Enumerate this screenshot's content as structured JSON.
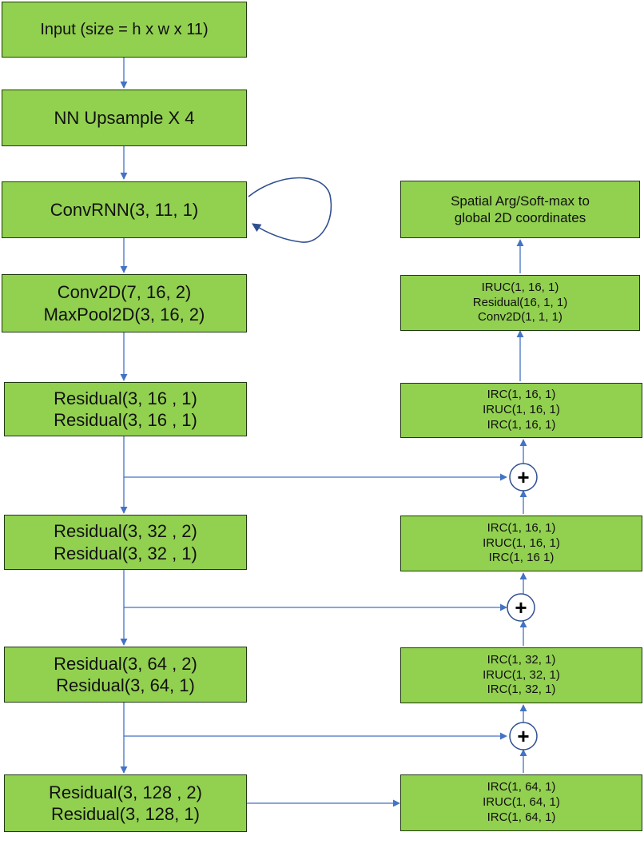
{
  "left_column": [
    {
      "id": "input",
      "lines": [
        "Input (size = h x w x 11)"
      ]
    },
    {
      "id": "upsample",
      "lines": [
        "NN Upsample X 4"
      ]
    },
    {
      "id": "convrnn",
      "lines": [
        "ConvRNN(3, 11, 1)"
      ]
    },
    {
      "id": "conv2d",
      "lines": [
        "Conv2D(7, 16, 2)",
        "MaxPool2D(3, 16, 2)"
      ]
    },
    {
      "id": "res16",
      "lines": [
        "Residual(3, 16 , 1)",
        "Residual(3, 16 , 1)"
      ]
    },
    {
      "id": "res32",
      "lines": [
        "Residual(3, 32 , 2)",
        "Residual(3, 32 , 1)"
      ]
    },
    {
      "id": "res64",
      "lines": [
        "Residual(3, 64 , 2)",
        "Residual(3, 64, 1)"
      ]
    },
    {
      "id": "res128",
      "lines": [
        "Residual(3, 128 , 2)",
        "Residual(3, 128, 1)"
      ]
    }
  ],
  "right_column": [
    {
      "id": "spatial",
      "lines": [
        "Spatial Arg/Soft-max to",
        "global 2D coordinates"
      ]
    },
    {
      "id": "final",
      "lines": [
        "IRUC(1, 16, 1)",
        "Residual(16, 1, 1)",
        "Conv2D(1, 1, 1)"
      ]
    },
    {
      "id": "up16b",
      "lines": [
        "IRC(1, 16, 1)",
        "IRUC(1, 16, 1)",
        "IRC(1, 16, 1)"
      ]
    },
    {
      "id": "up16a",
      "lines": [
        "IRC(1, 16, 1)",
        "IRUC(1, 16, 1)",
        "IRC(1, 16 1)"
      ]
    },
    {
      "id": "up32",
      "lines": [
        "IRC(1, 32, 1)",
        "IRUC(1, 32, 1)",
        "IRC(1, 32, 1)"
      ]
    },
    {
      "id": "up64",
      "lines": [
        "IRC(1, 64, 1)",
        "IRUC(1, 64, 1)",
        "IRC(1, 64, 1)"
      ]
    }
  ],
  "sum_symbol": "+",
  "colors": {
    "box_fill": "#92d050",
    "box_border": "#1f3a0f",
    "arrow": "#4472c4",
    "recurrent_arrow": "#2f4f8f"
  }
}
